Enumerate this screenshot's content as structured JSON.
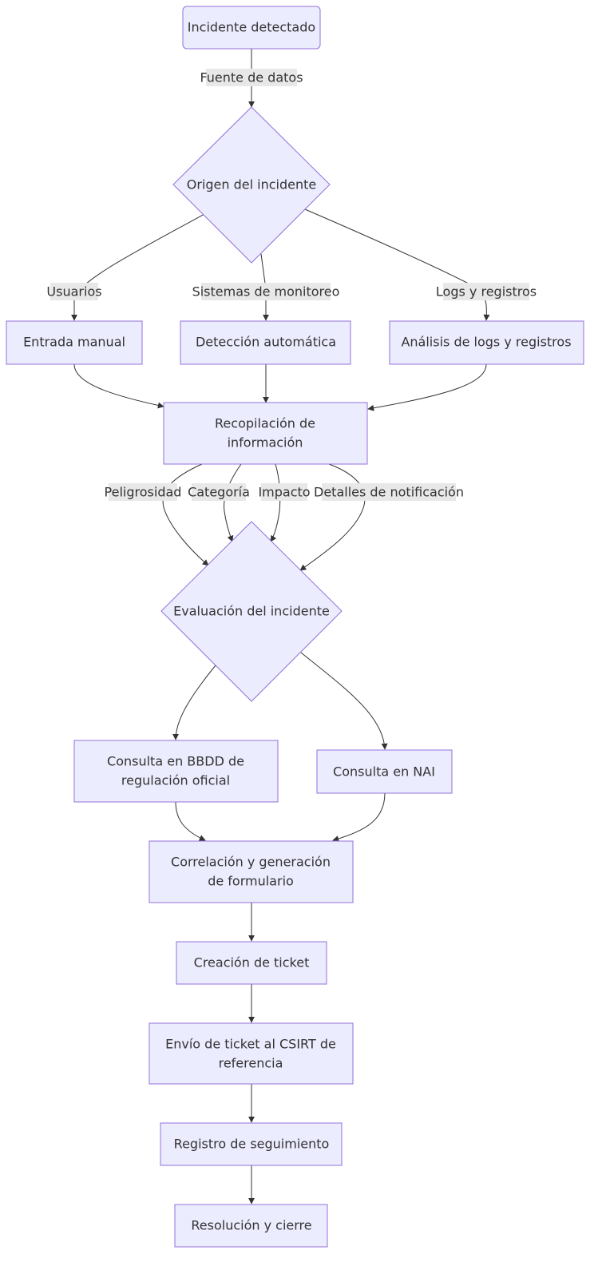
{
  "nodes": {
    "incidente": "Incidente detectado",
    "origen": "Origen del incidente",
    "entrada": "Entrada manual",
    "deteccion": "Detección automática",
    "analisis": "Análisis de logs y registros",
    "recopilacion_1": "Recopilación de",
    "recopilacion_2": "información",
    "evaluacion": "Evaluación del incidente",
    "bbdd_1": "Consulta en BBDD de",
    "bbdd_2": "regulación oficial",
    "nai": "Consulta en NAI",
    "correlacion_1": "Correlación y generación",
    "correlacion_2": "de formulario",
    "ticket": "Creación de ticket",
    "envio_1": "Envío de ticket al CSIRT de",
    "envio_2": "referencia",
    "registro": "Registro de seguimiento",
    "resolucion": "Resolución y cierre"
  },
  "edge_labels": {
    "fuente": "Fuente de datos",
    "usuarios": "Usuarios",
    "sistemas": "Sistemas de monitoreo",
    "logs": "Logs y registros",
    "peligrosidad": "Peligrosidad",
    "categoria": "Categoría",
    "impacto": "Impacto",
    "detalles": "Detalles de notificación"
  },
  "colors": {
    "node_fill": "#ececff",
    "node_stroke": "#9370db",
    "edge": "#333333",
    "label_bg": "#e8e8e8"
  }
}
